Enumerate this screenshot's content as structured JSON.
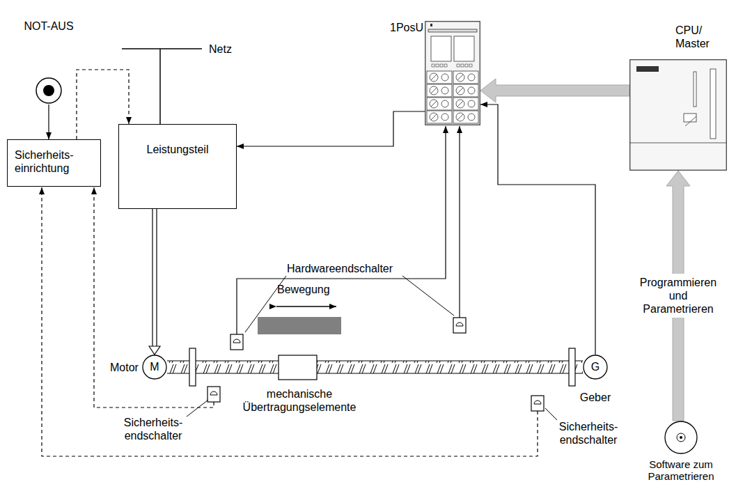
{
  "diagram": {
    "nodes": [
      {
        "text": [
          "NOT-AUS"
        ]
      },
      {
        "text": [
          "Sicherheits- einrichtung"
        ]
      },
      {
        "text": [
          "Leistungsteil"
        ]
      },
      {
        "text": [
          "1PosU"
        ]
      },
      {
        "text": [
          "CPU/ Master"
        ]
      },
      {
        "text": [
          "Motor",
          "M"
        ]
      },
      {
        "text": [
          "G",
          "Geber"
        ]
      },
      {
        "text": [
          "Software zum Parametrieren"
        ]
      }
    ],
    "edges": [
      {
        "from": 0,
        "to": 1,
        "arrow": "to"
      },
      {
        "from": 1,
        "to": 2,
        "arrow": "to"
      },
      {
        "from": 2,
        "to": 5,
        "arrow": "to"
      },
      {
        "from": 3,
        "to": 2,
        "arrow": "to"
      },
      {
        "from": 6,
        "to": 3,
        "arrow": "to"
      },
      {
        "from": 4,
        "to": 3,
        "arrow": "to"
      },
      {
        "from": 7,
        "to": 4,
        "arrow": "to",
        "label": "Programmieren und Parametrieren"
      }
    ],
    "labels": [
      "Netz",
      "Hardwareendschalter",
      "Bewegung",
      "mechanische Übertragungselemente",
      "Sicherheits- endschalter",
      "Sicherheits- endschalter"
    ]
  }
}
